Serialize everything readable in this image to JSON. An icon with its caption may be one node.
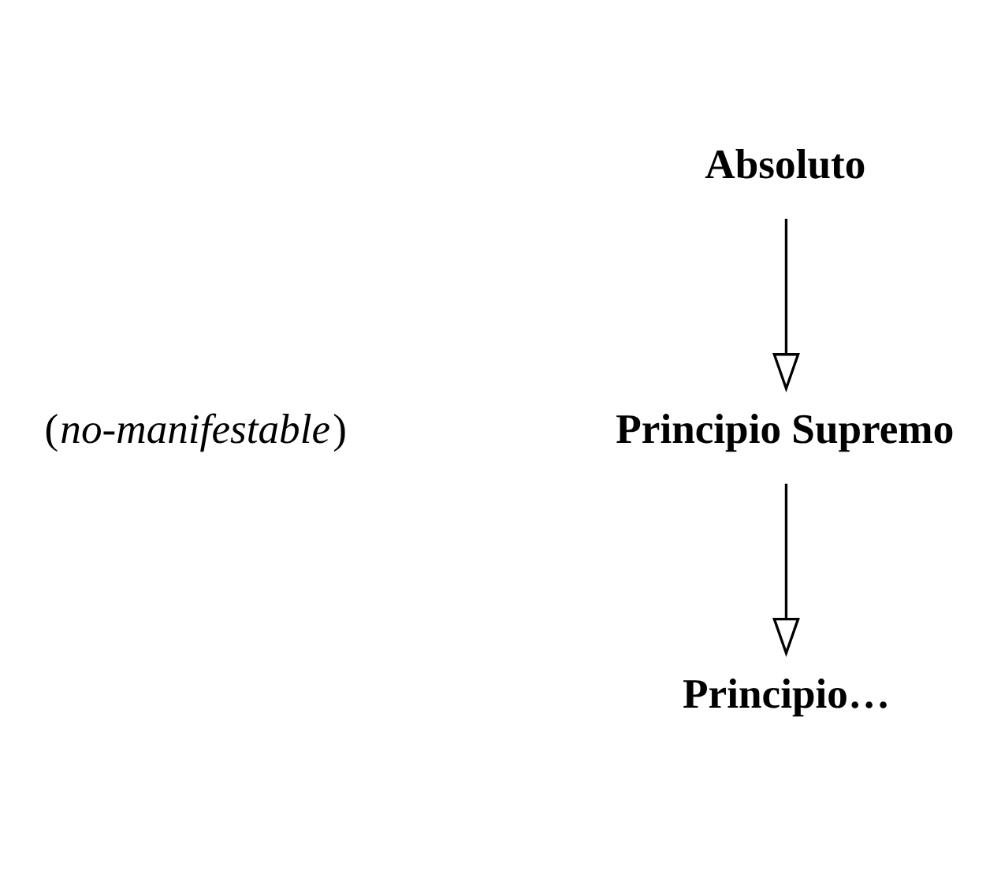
{
  "diagram": {
    "nodes": [
      {
        "text": [
          "Absoluto"
        ]
      },
      {
        "text": [
          "Principio Supremo"
        ]
      },
      {
        "text": [
          "Principio…"
        ]
      }
    ],
    "edges": [
      {
        "from": 0,
        "to": 1,
        "arrow": "to"
      },
      {
        "from": 1,
        "to": 2,
        "arrow": "to"
      }
    ],
    "labels": [
      "(*no-manifestable*)"
    ]
  }
}
